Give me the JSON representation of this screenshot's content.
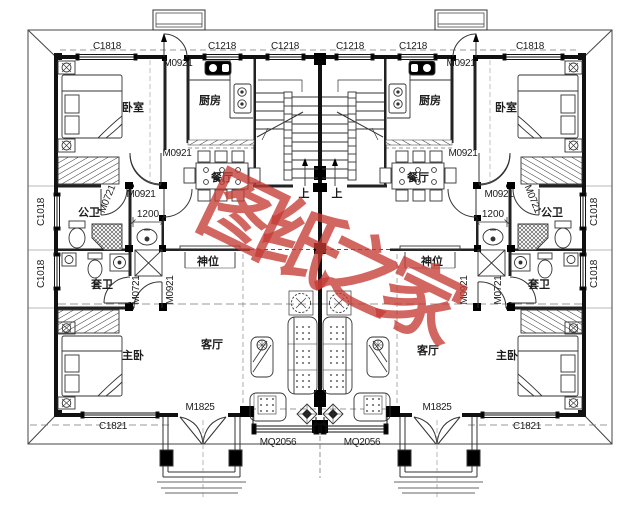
{
  "drawing": {
    "type": "residential floor plan, mirrored duplex (two symmetric units)",
    "line_color": "#1c1c1c",
    "background": "#ffffff"
  },
  "watermark": {
    "text": "图纸之家",
    "color": "#c53b35"
  },
  "rooms": {
    "bedroom": "卧室",
    "kitchen": "厨房",
    "dining": "餐厅",
    "living": "客厅",
    "master": "主卧",
    "public_bath": "公卫",
    "ensuite_bath": "套卫",
    "shrine": "神位",
    "up": "上"
  },
  "codes": {
    "c1818": "C1818",
    "c1218": "C1218",
    "c1018": "C1018",
    "c1821": "C1821",
    "m0921": "M0921",
    "m0721": "M0721",
    "m1825": "M1825",
    "mq2056": "MQ2056"
  },
  "dims": {
    "corridor_width": "1200"
  }
}
